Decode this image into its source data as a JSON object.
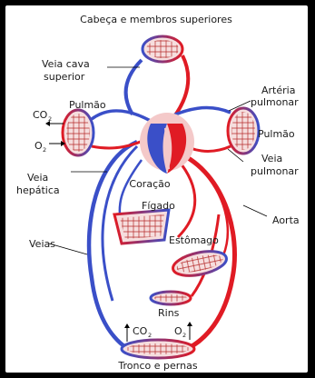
{
  "labels": {
    "head_arms": "Cabeça e membros superiores",
    "vena_cava_1": "Veia cava",
    "vena_cava_2": "superior",
    "lung_left": "Pulmão",
    "lung_right": "Pulmão",
    "pulm_artery_1": "Artéria",
    "pulm_artery_2": "pulmonar",
    "pulm_vein_1": "Veia",
    "pulm_vein_2": "pulmonar",
    "co2_top": "CO",
    "o2_top": "O",
    "heart": "Coração",
    "hepatic_vein_1": "Veia",
    "hepatic_vein_2": "hepática",
    "liver": "Fígado",
    "aorta": "Aorta",
    "stomach": "Estômago",
    "veins": "Veias",
    "kidneys": "Rins",
    "co2_bottom": "CO",
    "o2_bottom": "O",
    "trunk_legs": "Tronco e pernas",
    "sub_2": "2"
  },
  "colors": {
    "arterial": "#e01b24",
    "venous": "#3a4fc8",
    "capillary": "#b52a2a",
    "organ_fill": "#f6dede",
    "heart_pink": "#f4c9c9"
  }
}
